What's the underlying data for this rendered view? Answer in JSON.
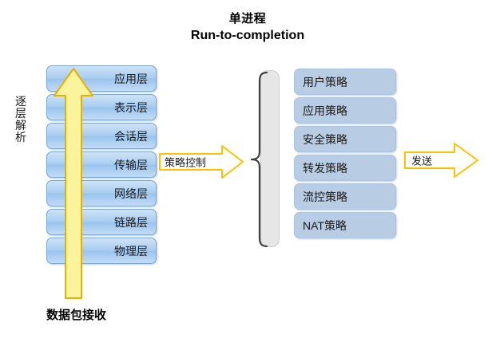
{
  "title": {
    "line1": "单进程",
    "line2": "Run-to-completion"
  },
  "osi_stack": {
    "name": "OSI protocol layer stack",
    "layers": [
      {
        "label": "应用层"
      },
      {
        "label": "表示层"
      },
      {
        "label": "会话层"
      },
      {
        "label": "传输层"
      },
      {
        "label": "网络层"
      },
      {
        "label": "链路层"
      },
      {
        "label": "物理层"
      }
    ]
  },
  "up_arrow": {
    "label": "逐层解析",
    "chars": [
      "逐",
      "层",
      "解",
      "析"
    ],
    "fill_color": "#fcf49c",
    "border_color": "#e8b000"
  },
  "bottom_caption": {
    "label": "数据包接收"
  },
  "arrows": {
    "policy_control": {
      "label": "策略控制",
      "fill_color": "#ffffff",
      "border_color": "#ffc000"
    },
    "send": {
      "label": "发送",
      "fill_color": "#ffffff",
      "border_color": "#ffc000"
    }
  },
  "brace": {
    "label": "policy-group-brace",
    "stroke_color": "#404040"
  },
  "grey_bar": {
    "fill_color": "#e6e6e6"
  },
  "policy_stack": {
    "name": "policy list",
    "fill_color": "#b8cce4",
    "policies": [
      {
        "label": "用户策略"
      },
      {
        "label": "应用策略"
      },
      {
        "label": "安全策略"
      },
      {
        "label": "转发策略"
      },
      {
        "label": "流控策略"
      },
      {
        "label": "NAT策略"
      }
    ]
  },
  "theme": {
    "layer_blue_light": "#cfe3f7",
    "layer_blue_dark": "#9ac4ee",
    "layer_border": "#7aa8d2",
    "policy_blue": "#b8cce4",
    "arrow_yellow": "#fcf49c",
    "arrow_gold": "#ffc000",
    "text_black": "#1a1a1a",
    "background": "#ffffff"
  }
}
